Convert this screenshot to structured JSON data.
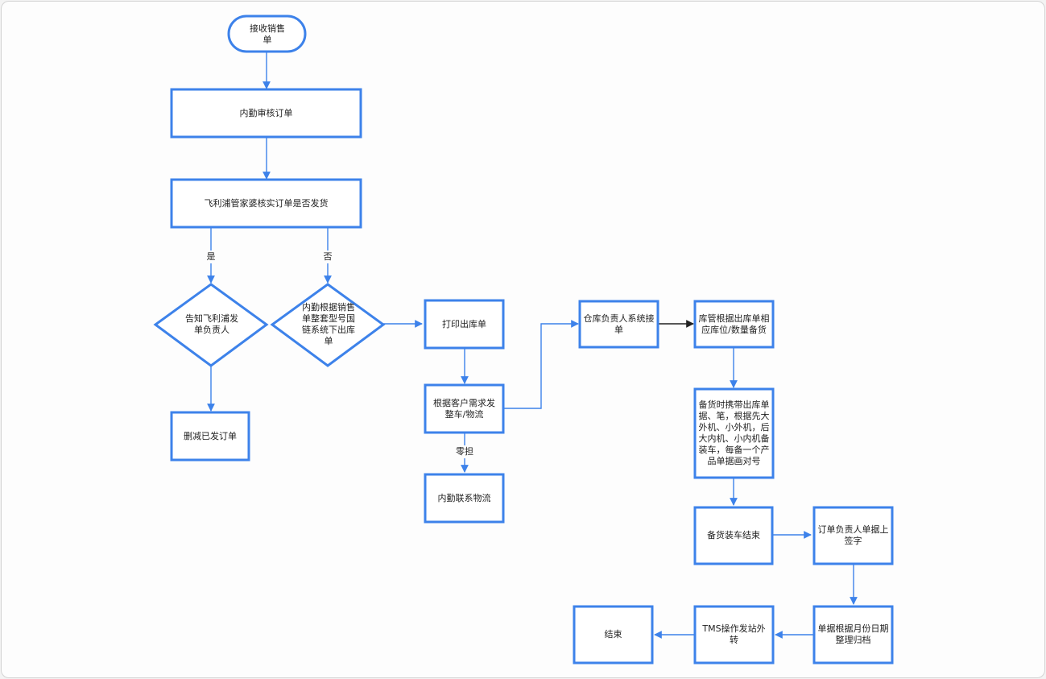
{
  "nodes": {
    "start": "接收销售单",
    "review": "内勤审核订单",
    "verify": "飞利浦管家婆核实订单是否发货",
    "notify": "告知飞利浦发单负责人",
    "issue_order": "内勤根据销售单整套型号国链系统下出库单",
    "delete_order": "删减已发订单",
    "print": "打印出库单",
    "arrange": "根据客户需求发整车/物流",
    "contact_logistics": "内勤联系物流",
    "warehouse_receive": "仓库负责人系统接单",
    "prepare": "库管根据出库单相应库位/数量备货",
    "stocking": "备货时携带出库单据、笔，根据先大外机、小外机，后大内机、小内机备装车，每备一个产品单据画对号",
    "load_done": "备货装车结束",
    "sign": "订单负责人单据上签字",
    "archive": "单据根据月份日期整理归档",
    "tms": "TMS操作发站外转",
    "end": "结束"
  },
  "edge_labels": {
    "yes": "是",
    "no": "否",
    "ld": "零担"
  },
  "colors": {
    "stroke": "#3d82ea",
    "dark_edge": "#222222"
  }
}
